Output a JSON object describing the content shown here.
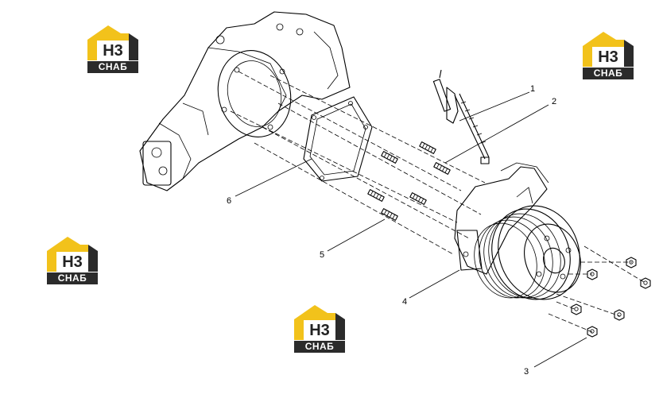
{
  "callouts": [
    {
      "id": "1",
      "label": "1"
    },
    {
      "id": "2",
      "label": "2"
    },
    {
      "id": "3",
      "label": "3"
    },
    {
      "id": "4",
      "label": "4"
    },
    {
      "id": "5",
      "label": "5"
    },
    {
      "id": "6",
      "label": "6"
    }
  ],
  "watermark": {
    "mark": "H3",
    "text": "CHAБ",
    "colors": {
      "yellow": "#f2c21b",
      "dark": "#2b2b2b",
      "white": "#ffffff"
    }
  },
  "colors": {
    "line": "#000000",
    "background": "#ffffff"
  }
}
